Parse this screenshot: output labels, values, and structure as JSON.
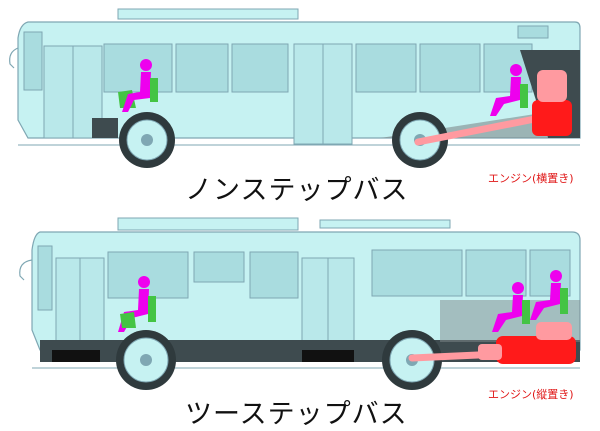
{
  "diagrams": [
    {
      "caption": "ノンステップバス",
      "engine_label": "エンジン(横置き)"
    },
    {
      "caption": "ツーステップバス",
      "engine_label": "エンジン(縦置き)"
    }
  ],
  "colors": {
    "body": "#c6f2f2",
    "outline": "#7fa7b3",
    "window": "#a9dcdf",
    "dark_band": "#3e4b4f",
    "ground_band": "#7f8a8c",
    "passenger": "#ee00ee",
    "seat": "#44c444",
    "engine": "#ff1a1a",
    "engine_light": "#ff9aa0",
    "label_red": "#e01818"
  }
}
